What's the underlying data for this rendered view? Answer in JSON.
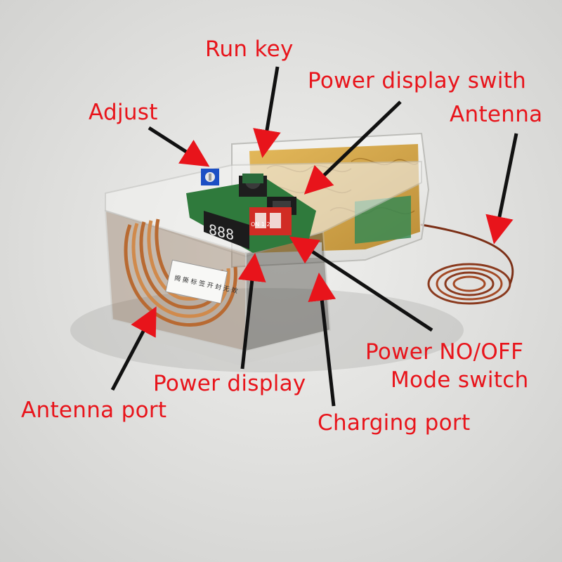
{
  "labels": {
    "run_key": "Run key",
    "power_display_switch": "Power display swith",
    "adjust": "Adjust",
    "antenna": "Antenna",
    "power_on_off": "Power NO/OFF",
    "mode_switch": "Mode switch",
    "power_display": "Power display",
    "antenna_port": "Antenna port",
    "charging_port": "Charging port"
  },
  "device": {
    "led_digits": "888",
    "seal_text": "揭 撕 标 签 开 封 无 效",
    "dip_switch_text": "ON 1 2"
  },
  "colors": {
    "label_text": "#e8141b",
    "arrow": "#111111",
    "arrowhead": "#e8141b",
    "background": "#e6e6e4",
    "copper": "#c77a3e",
    "gold_film": "#d4a23c",
    "pcb_green": "#2f7a3c"
  }
}
